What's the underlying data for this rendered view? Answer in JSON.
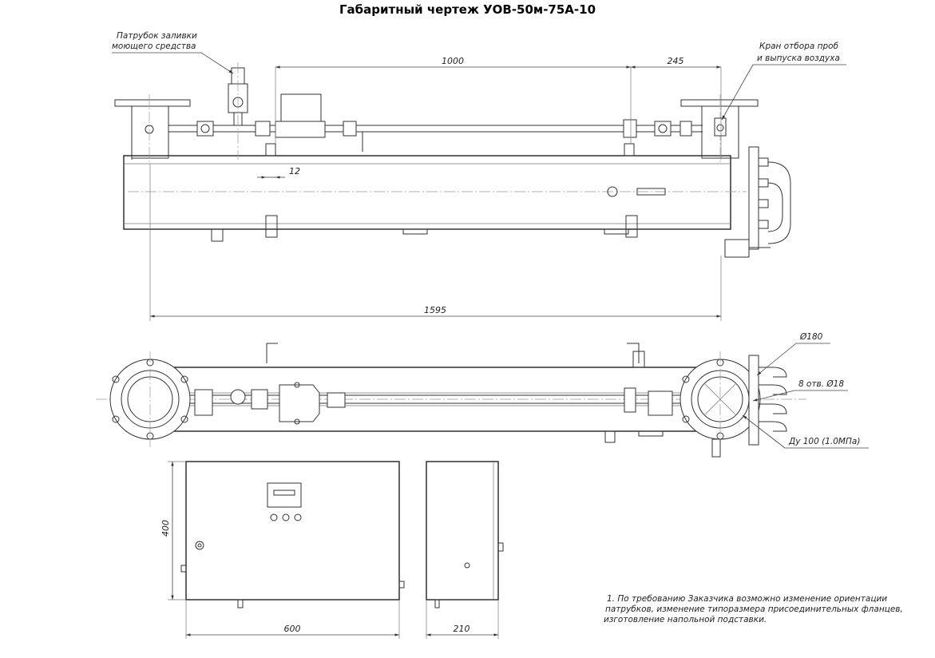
{
  "title": "Габаритный чертеж УОВ-50м-75А-10",
  "callouts": {
    "inlet_line1": "Патрубок заливки",
    "inlet_line2": "моющего средства",
    "valve_line1": "Кран отбора проб",
    "valve_line2": "и выпуска воздуха",
    "flange_dia": "Ø180",
    "holes": "8 отв. Ø18",
    "nominal": "Ду 100 (1.0МПа)"
  },
  "dimensions": {
    "d1000": "1000",
    "d245": "245",
    "d12": "12",
    "d1595": "1595",
    "d400": "400",
    "d600": "600",
    "d210": "210"
  },
  "notes": {
    "line1": "1. По требованию Заказчика возможно изменение ориентации",
    "line2": "патрубков, изменение типоразмера присоединительных фланцев,",
    "line3": "изготовление напольной подставки."
  }
}
